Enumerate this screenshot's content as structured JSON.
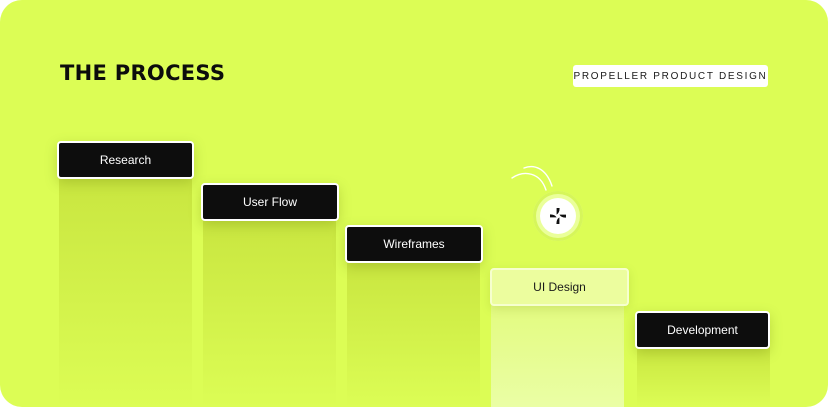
{
  "header": {
    "title": "THE PROCESS",
    "brand_tag": "PROPELLER PRODUCT DESIGN"
  },
  "steps": [
    {
      "label": "Research"
    },
    {
      "label": "User Flow"
    },
    {
      "label": "Wireframes"
    },
    {
      "label": "UI Design",
      "active": true
    },
    {
      "label": "Development"
    }
  ],
  "cursor": {
    "icon": "propeller-icon"
  },
  "colors": {
    "background": "#dcfd55",
    "step_dark": "#0d0d0d",
    "step_active": "#ecfd9e",
    "text_dark": "#0c0c0c"
  }
}
